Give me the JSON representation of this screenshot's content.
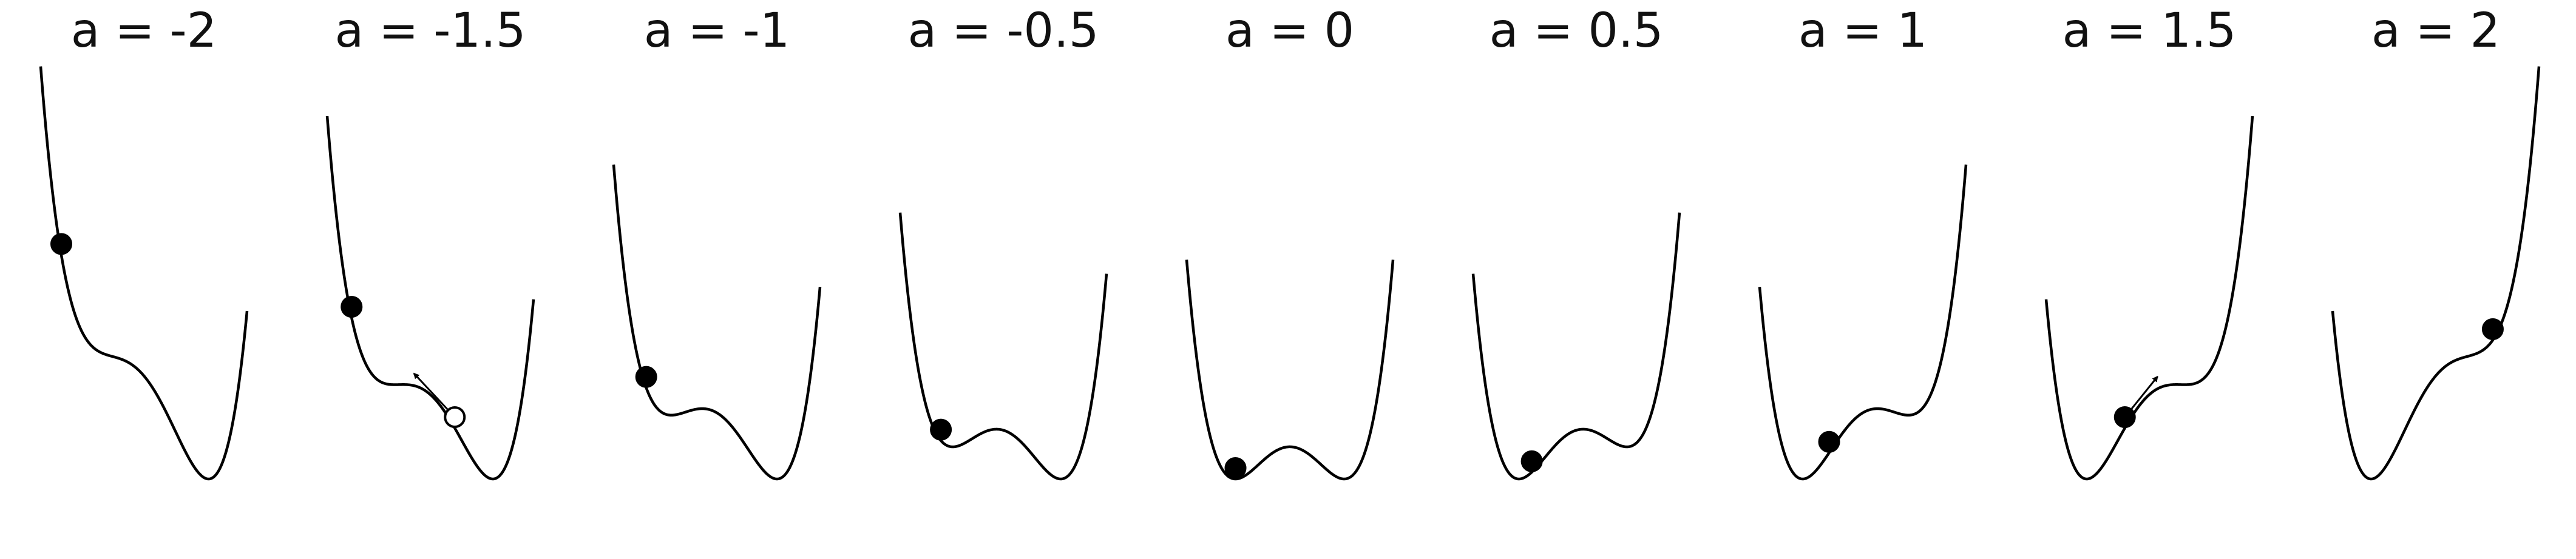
{
  "chart_data": {
    "type": "line",
    "description_of_function": "V(x) = x^4 - 2x^2 + a*x",
    "x_range": [
      -1.9,
      1.9
    ],
    "panels": [
      {
        "label": "a = -2",
        "a": -2,
        "balls": [
          {
            "x": -1.52,
            "filled": true
          }
        ]
      },
      {
        "label": "a = -1.5",
        "a": -1.5,
        "balls": [
          {
            "x": -1.45,
            "filled": true
          },
          {
            "x": 0.45,
            "filled": false,
            "arrow_to_x": -0.3
          }
        ]
      },
      {
        "label": "a = -1",
        "a": -1,
        "balls": [
          {
            "x": -1.3,
            "filled": true
          }
        ]
      },
      {
        "label": "a = -0.5",
        "a": -0.5,
        "balls": [
          {
            "x": -1.15,
            "filled": true
          }
        ]
      },
      {
        "label": "a = 0",
        "a": 0,
        "balls": [
          {
            "x": -1.0,
            "filled": true
          }
        ]
      },
      {
        "label": "a = 0.5",
        "a": 0.5,
        "balls": [
          {
            "x": -0.82,
            "filled": true
          }
        ]
      },
      {
        "label": "a = 1",
        "a": 1,
        "balls": [
          {
            "x": -0.62,
            "filled": true
          }
        ]
      },
      {
        "label": "a = 1.5",
        "a": 1.5,
        "balls": [
          {
            "x": -0.45,
            "filled": true,
            "arrow_to_x": 0.15
          }
        ]
      },
      {
        "label": "a = 2",
        "a": 2,
        "balls": [
          {
            "x": 1.05,
            "filled": true
          }
        ]
      }
    ]
  }
}
